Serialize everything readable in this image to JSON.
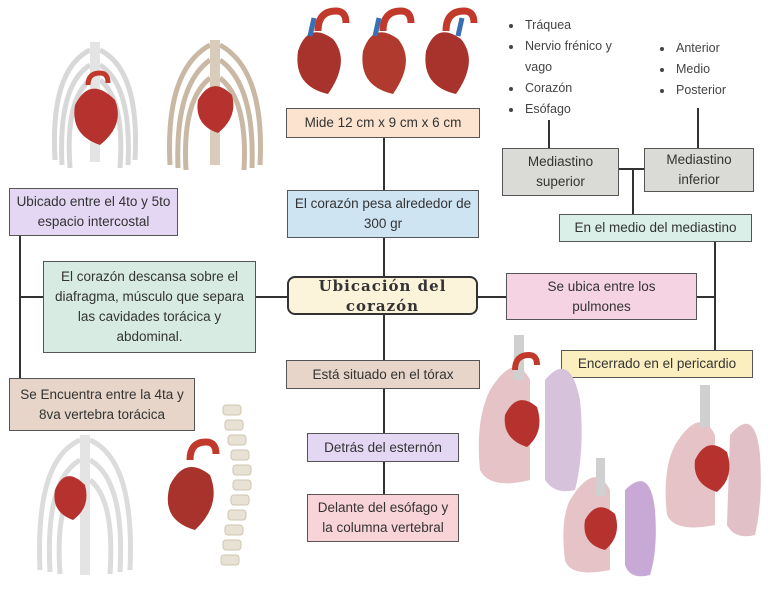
{
  "center_title": "Ubicación del corazón",
  "top_chain": [
    "Mide 12 cm x 9 cm x 6 cm",
    "El corazón pesa alrededor de 300 gr"
  ],
  "bottom_chain": [
    "Está situado en el tórax",
    "Detrás del esternón",
    "Delante del esófago y la columna vertebral"
  ],
  "left": {
    "top": "Ubicado entre el 4to y 5to espacio intercostal",
    "middle": "El corazón descansa sobre el diafragma, músculo que separa las cavidades torácica y abdominal.",
    "bottom": "Se Encuentra entre la 4ta y 8va vertebra torácica"
  },
  "right": {
    "lungs": "Se ubica entre los pulmones",
    "mediastinum": "En el medio del mediastino",
    "pericardium": "Encerrado en el pericardio",
    "superior": "Mediastino superior",
    "inferior": "Mediastino inferior",
    "superior_items": [
      "Tráquea",
      "Nervio frénico y vago",
      "Corazón",
      "Esófago"
    ],
    "inferior_items": [
      "Anterior",
      "Medio",
      "Posterior"
    ]
  },
  "colors": {
    "orange": "#fbe3cf",
    "blue": "#cfe4f3",
    "purple": "#e3d7f4",
    "green": "#d7ebe3",
    "tan": "#e6d5c8",
    "pink": "#f6d3e3",
    "yellow": "#fcefbf",
    "gray": "#dadad6",
    "teal": "#d9efe8",
    "rose": "#f8d3d8",
    "center": "#fbf3da"
  }
}
